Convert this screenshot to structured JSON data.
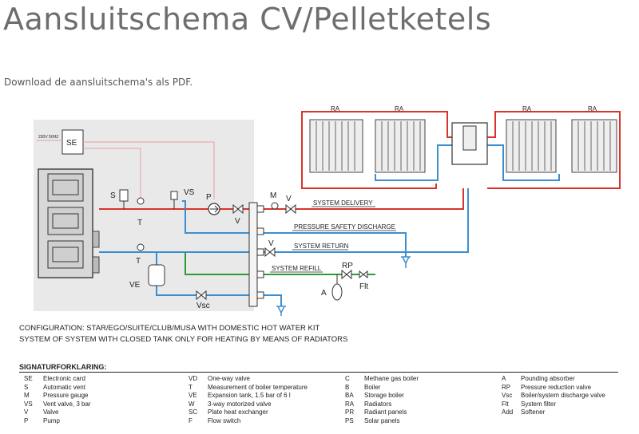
{
  "page": {
    "title": "Aansluitschema CV/Pelletketels",
    "subtitle": "Download de aansluitschema's als PDF."
  },
  "diagram": {
    "power_label": "230V 50HZ",
    "electronic_card": "SE",
    "radiator_label": "RA",
    "component_labels": {
      "S": "S",
      "T": "T",
      "VS": "VS",
      "P": "P",
      "V": "V",
      "M": "M",
      "VE": "VE",
      "Vsc": "Vsc",
      "RP": "RP",
      "A": "A",
      "Flt": "Flt"
    },
    "lines": {
      "delivery": "SYSTEM DELIVERY",
      "safety": "PRESSURE SAFETY DISCHARGE",
      "return": "SYSTEM RETURN",
      "refill": "SYSTEM REFILL"
    },
    "config_line1": "CONFIGURATION: STAR/EGO/SUITE/CLUB/MUSA WITH DOMESTIC HOT WATER KIT",
    "config_line2": "SYSTEM OF SYSTEM WITH CLOSED TANK ONLY FOR HEATING BY MEANS OF RADIATORS",
    "colors": {
      "hot": "#d9342b",
      "cold": "#3b8fd0",
      "refill": "#2e9a3a",
      "wire": "#e8a0a0"
    }
  },
  "legend": {
    "heading": "SIGNATURFORKLARING:",
    "columns": [
      [
        {
          "k": "SE",
          "v": "Electronic card"
        },
        {
          "k": "S",
          "v": "Automatic vent"
        },
        {
          "k": "M",
          "v": "Pressure gauge"
        },
        {
          "k": "VS",
          "v": "Vent valve, 3 bar"
        },
        {
          "k": "V",
          "v": "Valve"
        },
        {
          "k": "P",
          "v": "Pump"
        }
      ],
      [
        {
          "k": "VD",
          "v": "One-way valve"
        },
        {
          "k": "T",
          "v": "Measurement of boiler temperature"
        },
        {
          "k": "VE",
          "v": "Expansion tank, 1.5 bar of  6 l"
        },
        {
          "k": "W",
          "v": "3-way motorized valve"
        },
        {
          "k": "SC",
          "v": "Plate heat exchanger"
        },
        {
          "k": "F",
          "v": "Flow switch"
        }
      ],
      [
        {
          "k": "C",
          "v": "Methane gas boiler"
        },
        {
          "k": "B",
          "v": "Boiler"
        },
        {
          "k": "BA",
          "v": "Storage boiler"
        },
        {
          "k": "RA",
          "v": "Radiators"
        },
        {
          "k": "PR",
          "v": "Radiant panels"
        },
        {
          "k": "PS",
          "v": "Solar panels"
        }
      ],
      [
        {
          "k": "A",
          "v": "Pounding absorber"
        },
        {
          "k": "RP",
          "v": "Pressure reduction valve"
        },
        {
          "k": "Vsc",
          "v": "Boiler/system discharge valve"
        },
        {
          "k": "Flt",
          "v": "System filter"
        },
        {
          "k": "Add",
          "v": "Softener"
        }
      ]
    ]
  }
}
